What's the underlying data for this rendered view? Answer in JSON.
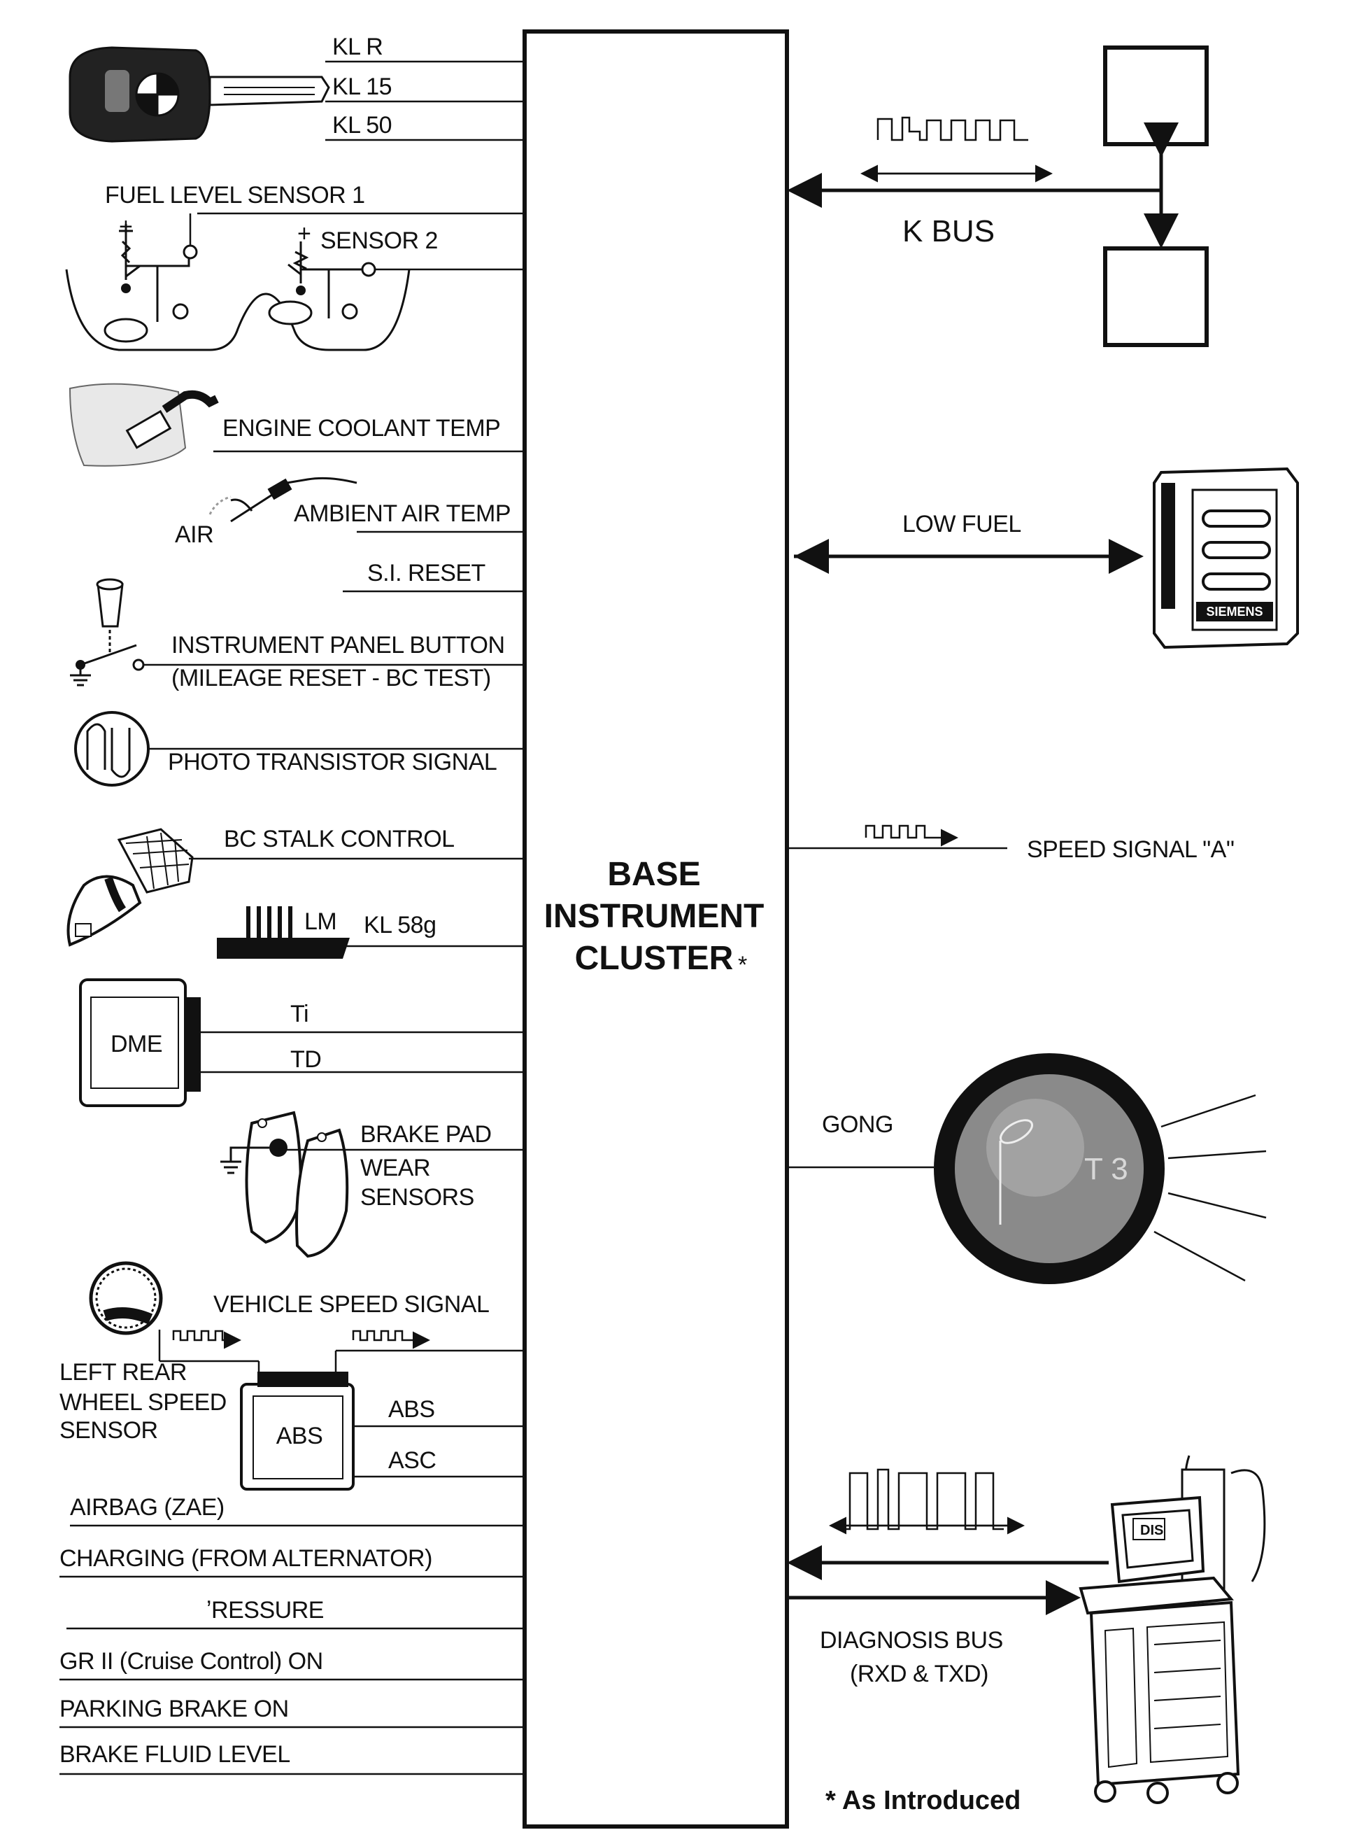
{
  "center": {
    "line1": "BASE",
    "line2": "INSTRUMENT",
    "line3": "CLUSTER",
    "asterisk": "*"
  },
  "inputs": {
    "ignition": [
      "KL R",
      "KL 15",
      "KL 50"
    ],
    "fuel_sensor_1": "FUEL LEVEL SENSOR 1",
    "fuel_sensor_2": "SENSOR 2",
    "coolant": "ENGINE COOLANT TEMP",
    "ambient": "AMBIENT AIR TEMP",
    "air": "AIR",
    "si_reset": "S.I. RESET",
    "panel_button_1": "INSTRUMENT PANEL BUTTON",
    "panel_button_2": "(MILEAGE RESET - BC TEST)",
    "photo": "PHOTO TRANSISTOR SIGNAL",
    "bc_stalk": "BC STALK CONTROL",
    "lm": "LM",
    "kl58g": "KL 58g",
    "dme": "DME",
    "ti": "Ti",
    "td": "TD",
    "brake_pad_1": "BRAKE PAD",
    "brake_pad_2": "WEAR",
    "brake_pad_3": "SENSORS",
    "vehicle_speed": "VEHICLE SPEED SIGNAL",
    "wheel_sensor_1": "LEFT REAR",
    "wheel_sensor_2": "WHEEL SPEED",
    "wheel_sensor_3": "SENSOR",
    "abs_box": "ABS",
    "abs_line": "ABS",
    "asc_line": "ASC",
    "airbag": "AIRBAG (ZAE)",
    "charging": "CHARGING (FROM ALTERNATOR)",
    "pressure": "ʼRESSURE",
    "cruise": "GR II (Cruise Control) ON",
    "parking": "PARKING BRAKE ON",
    "brake_fluid": "BRAKE FLUID LEVEL"
  },
  "outputs": {
    "kbus": "K BUS",
    "low_fuel": "LOW FUEL",
    "siemens": "SIEMENS",
    "speed_a": "SPEED SIGNAL \"A\"",
    "gong": "GONG",
    "gong_part": "T 3",
    "diag_1": "DIAGNOSIS BUS",
    "diag_2": "(RXD & TXD)",
    "dis": "DIS"
  },
  "footnote": "* As Introduced"
}
